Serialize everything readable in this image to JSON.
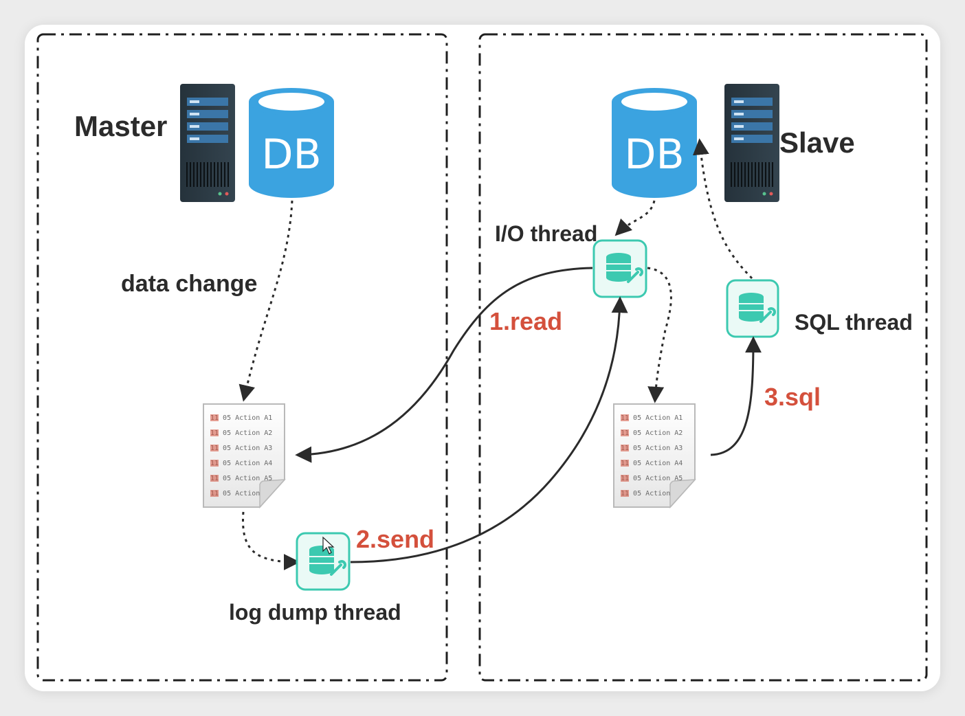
{
  "master": {
    "label": "Master",
    "db_label": "DB",
    "data_change_label": "data change",
    "log_dump_label": "log dump thread",
    "log_lines": [
      "11 05 Action A1",
      "11 05 Action A2",
      "11 05 Action A3",
      "11 05 Action A4",
      "11 05 Action A5",
      "11 05 Action"
    ]
  },
  "slave": {
    "label": "Slave",
    "db_label": "DB",
    "io_thread_label": "I/O thread",
    "sql_thread_label": "SQL thread",
    "log_lines": [
      "11 05 Action A1",
      "11 05 Action A2",
      "11 05 Action A3",
      "11 05 Action A4",
      "11 05 Action A5",
      "11 05 Action"
    ]
  },
  "steps": {
    "read": "1.read",
    "send": "2.send",
    "sql": "3.sql"
  },
  "colors": {
    "db_blue": "#3ba3e0",
    "thread_teal": "#3cc9b0",
    "accent_red": "#d4503c",
    "server_dark": "#2c3a44"
  }
}
